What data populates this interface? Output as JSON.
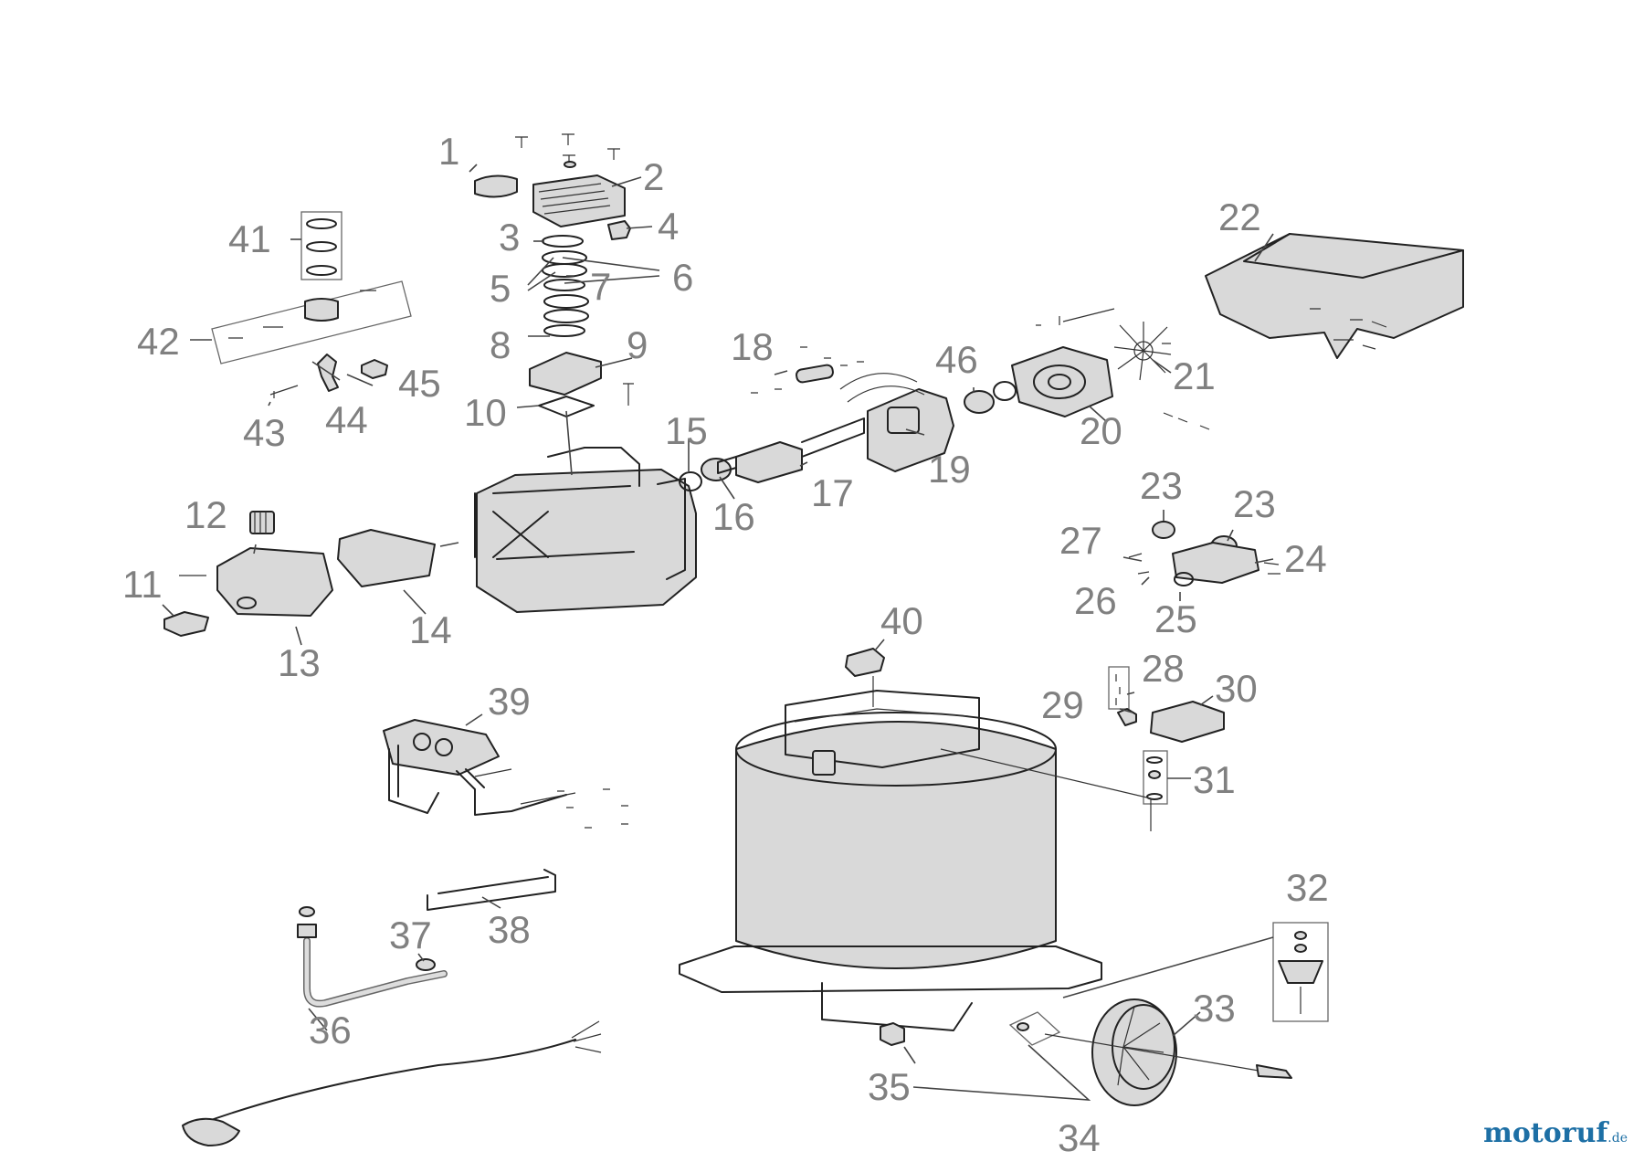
{
  "callouts": [
    "1",
    "2",
    "3",
    "4",
    "5",
    "6",
    "7",
    "8",
    "9",
    "10",
    "11",
    "12",
    "13",
    "14",
    "15",
    "16",
    "17",
    "18",
    "19",
    "20",
    "21",
    "22",
    "23",
    "23",
    "24",
    "25",
    "26",
    "27",
    "28",
    "29",
    "30",
    "31",
    "32",
    "33",
    "34",
    "35",
    "36",
    "37",
    "38",
    "39",
    "40",
    "41",
    "42",
    "43",
    "44",
    "45",
    "46"
  ],
  "watermark": {
    "name": "motoruf",
    "tld": ".de"
  },
  "colors": {
    "callout": "#808080",
    "line": "#222222",
    "watermark": "#1d6fa5",
    "watermark_accent": "#e2772a"
  }
}
